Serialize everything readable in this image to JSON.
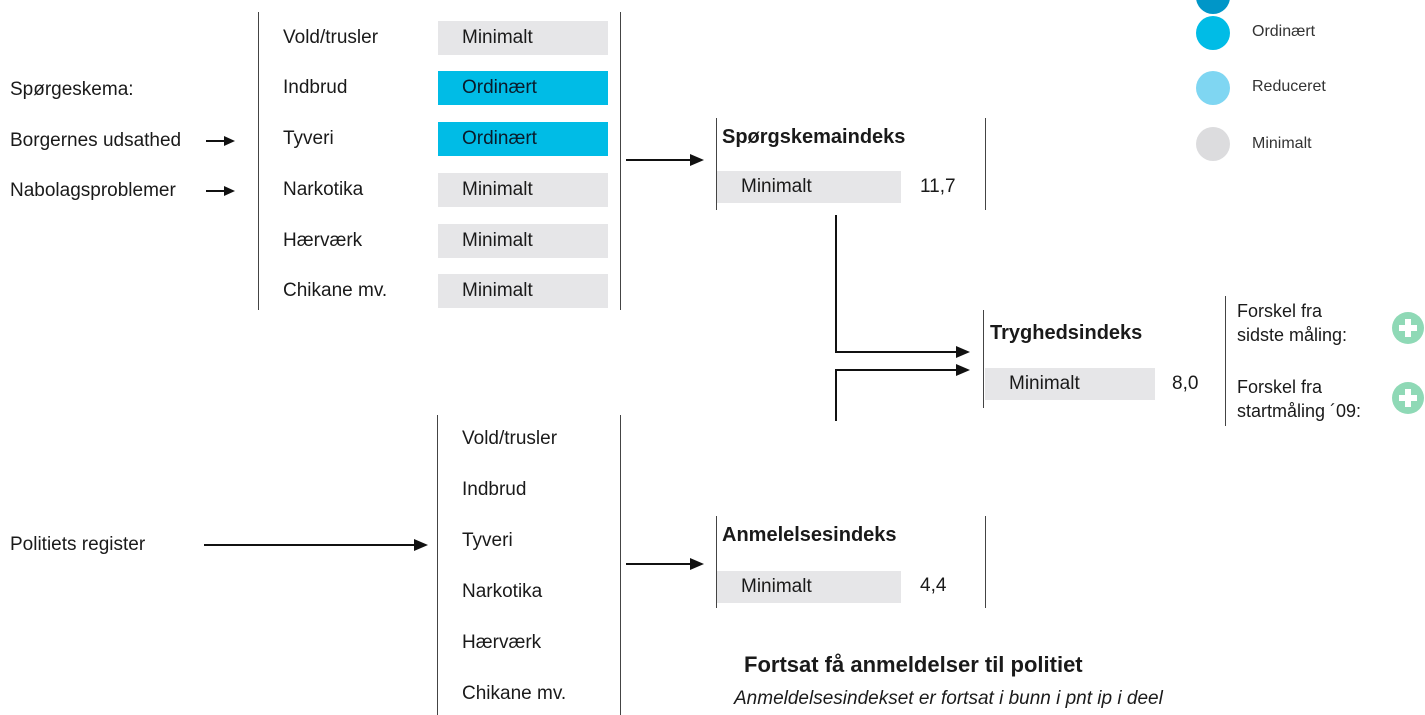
{
  "left_labels": {
    "questionnaire": "Spørgeskema:",
    "exposure": "Borgernes udsathed",
    "neighbourhood": "Nabolagsproblemer",
    "police_register": "Politiets register"
  },
  "survey_categories": [
    {
      "label": "Vold/trusler",
      "level": "Minimalt"
    },
    {
      "label": "Indbrud",
      "level": "Ordinært"
    },
    {
      "label": "Tyveri",
      "level": "Ordinært"
    },
    {
      "label": "Narkotika",
      "level": "Minimalt"
    },
    {
      "label": "Hærværk",
      "level": "Minimalt"
    },
    {
      "label": "Chikane mv.",
      "level": "Minimalt"
    }
  ],
  "register_categories": [
    "Vold/trusler",
    "Indbrud",
    "Tyveri",
    "Narkotika",
    "Hærværk",
    "Chikane mv."
  ],
  "survey_index": {
    "title": "Spørgskemaindeks",
    "level": "Minimalt",
    "value": "11,7"
  },
  "report_index": {
    "title": "Anmelelsesindeks",
    "level": "Minimalt",
    "value": "4,4"
  },
  "safety_index": {
    "title": "Tryghedsindeks",
    "level": "Minimalt",
    "value": "8,0"
  },
  "change": {
    "last_line1": "Forskel fra",
    "last_line2": "sidste måling:",
    "start_line1": "Forskel fra",
    "start_line2": "startmåling ´09:"
  },
  "legend": [
    {
      "label": "Ordinært",
      "color": "#00bce6"
    },
    {
      "label": "Reduceret",
      "color": "#7fd6f2"
    },
    {
      "label": "Minimalt",
      "color": "#dcdcde"
    }
  ],
  "legend_top_partial_color": "#0096c8",
  "bottom": {
    "heading": "Fortsat få anmeldelser til politiet",
    "subtext": "Anmeldelsesindekset er fortsat i bunn i pnt ip i deel"
  }
}
